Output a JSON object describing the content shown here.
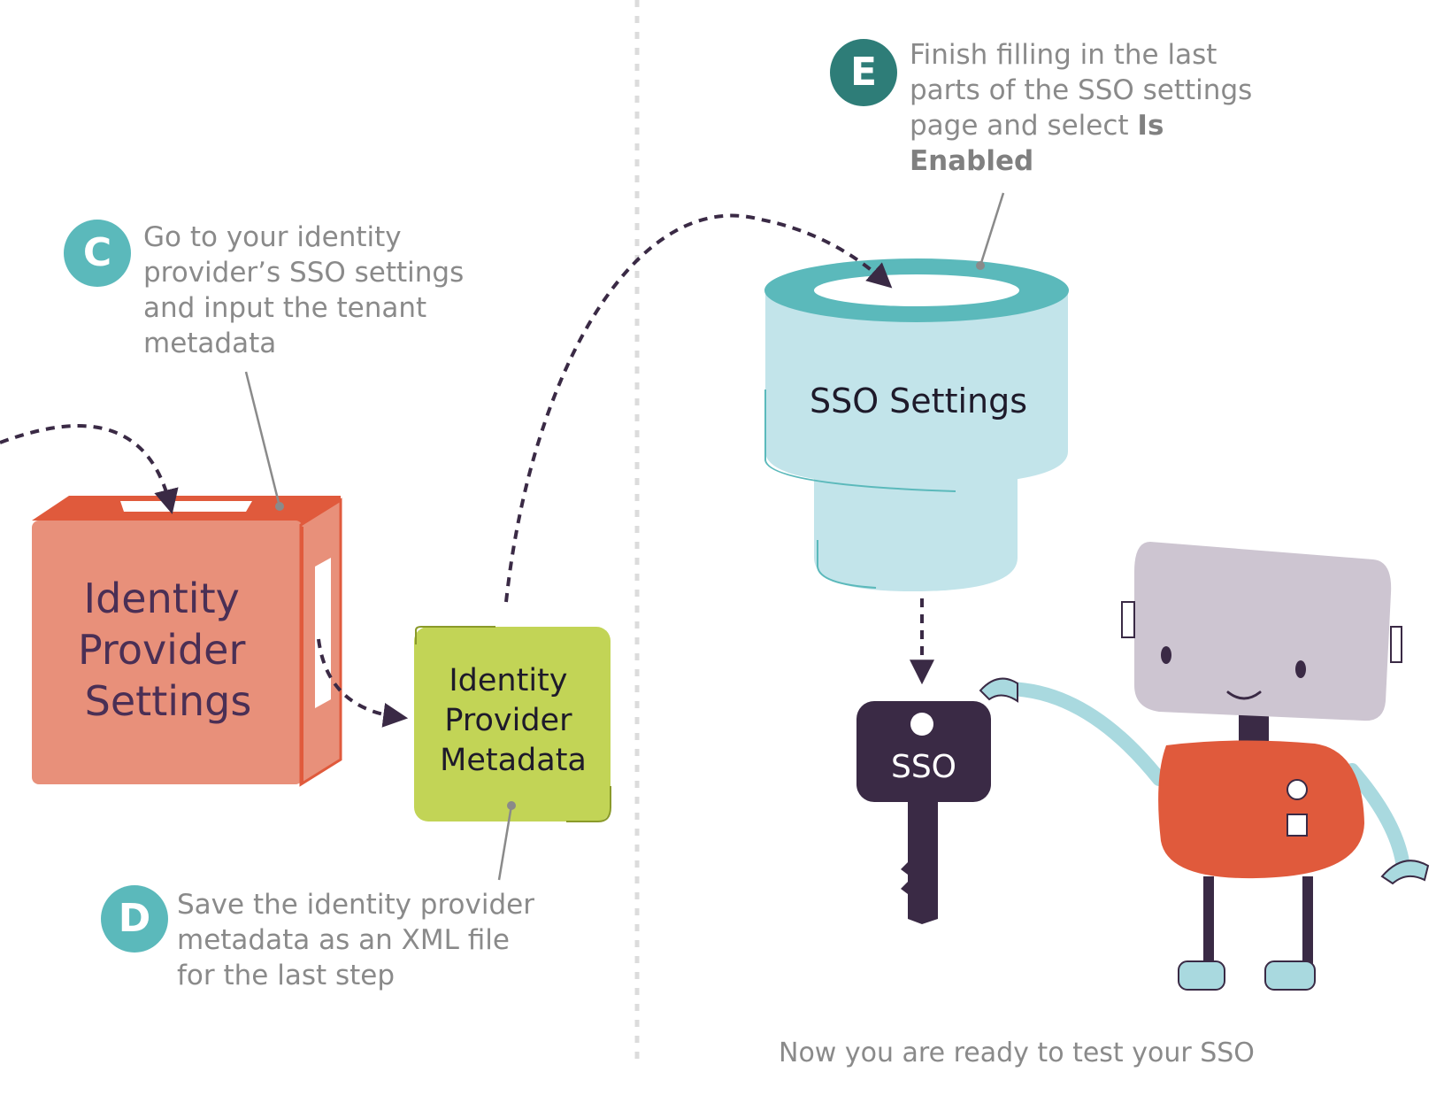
{
  "steps": {
    "c": {
      "badge": "C",
      "lines": [
        "Go to your identity",
        "provider’s SSO settings",
        "and input the tenant",
        "metadata"
      ]
    },
    "d": {
      "badge": "D",
      "lines": [
        "Save the identity provider",
        "metadata as an XML file",
        "for the last step"
      ]
    },
    "e": {
      "badge": "E",
      "lines": [
        "Finish filling in the last",
        "parts of the SSO settings"
      ],
      "line3_prefix": "page and select ",
      "line3_bold": "Is",
      "line4_bold": "Enabled"
    }
  },
  "nodes": {
    "idp_settings": [
      "Identity",
      "Provider",
      "Settings"
    ],
    "idp_metadata": [
      "Identity",
      "Provider",
      "Metadata"
    ],
    "sso_settings": "SSO Settings",
    "key_label": "SSO"
  },
  "footer": "Now you are ready to test your SSO",
  "colors": {
    "teal_badge": "#5bb9bb",
    "teal_dark": "#2e7d78",
    "orange_box": "#e8907a",
    "orange_dark": "#e05a3c",
    "green_box": "#c2d456",
    "cyan_light": "#c2e4ea",
    "dark_purple": "#3a2a45",
    "robot_grey": "#cdc5d1"
  }
}
